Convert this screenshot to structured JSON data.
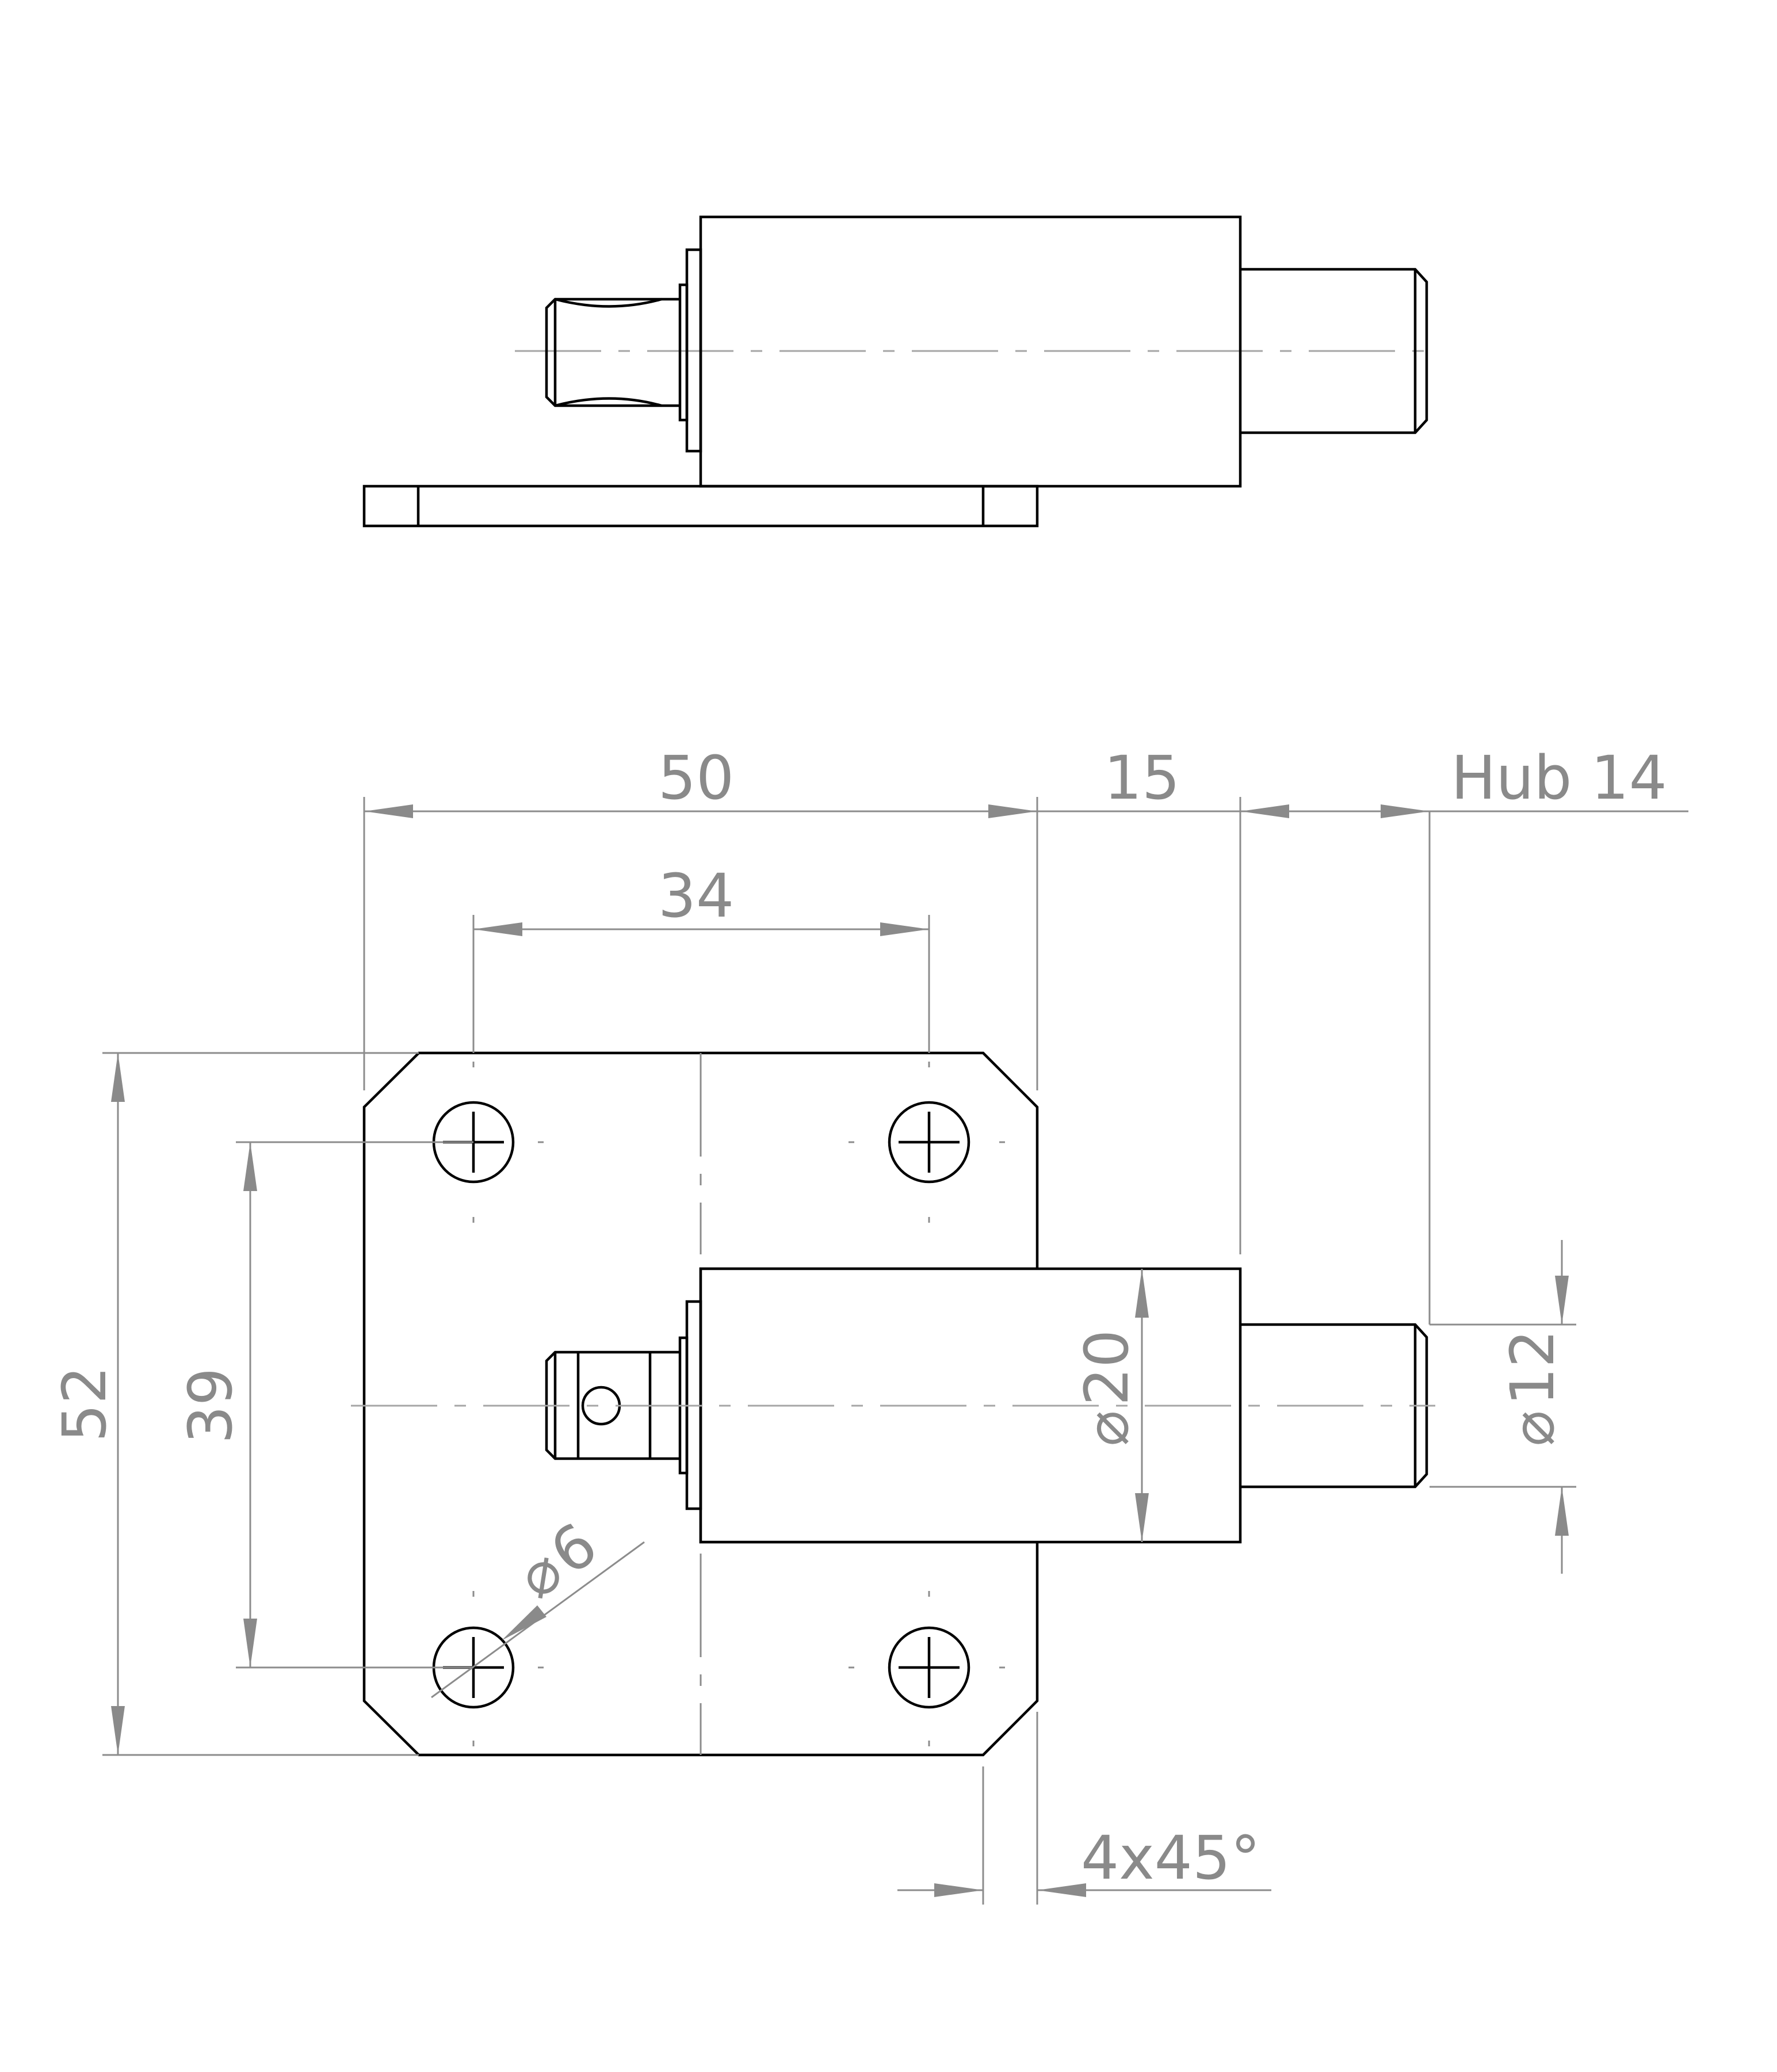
{
  "dimensions": {
    "plate_width": "50",
    "body_offset": "15",
    "stroke": "Hub 14",
    "hole_spacing_horizontal": "34",
    "plate_height": "52",
    "hole_spacing_vertical": "39",
    "hole_diameter": "6",
    "body_diameter": "20",
    "plunger_diameter": "12",
    "chamfer": "4x45°"
  },
  "symbols": {
    "diameter": "⌀"
  }
}
